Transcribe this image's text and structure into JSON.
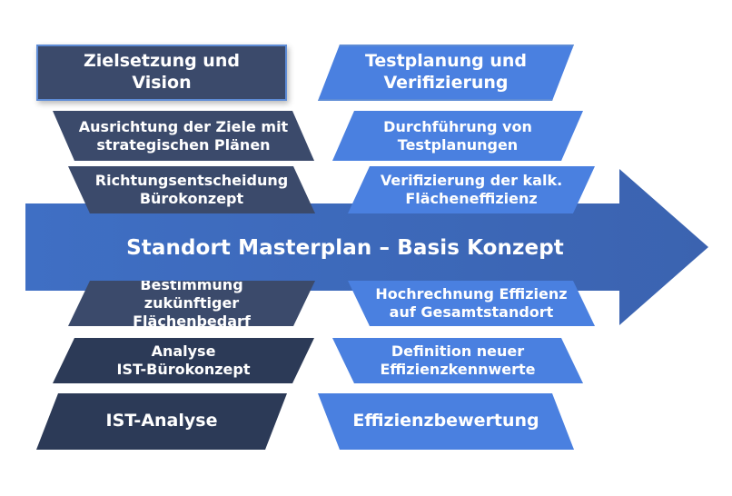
{
  "center": {
    "title": "Standort Masterplan – Basis Konzept"
  },
  "left_column": {
    "top": [
      {
        "text": "Zielsetzung und Vision"
      },
      {
        "text": "Ausrichtung der Ziele mit\nstrategischen Plänen"
      },
      {
        "text": "Richtungsentscheidung\nBürokonzept"
      }
    ],
    "bottom": [
      {
        "text": "Bestimmung zukünftiger\nFlächenbedarf"
      },
      {
        "text": "Analyse\nIST-Bürokonzept"
      },
      {
        "text": "IST-Analyse"
      }
    ]
  },
  "right_column": {
    "top": [
      {
        "text": "Testplanung und\nVerifizierung"
      },
      {
        "text": "Durchführung von\nTestplanungen"
      },
      {
        "text": "Verifizierung der kalk.\nFlächeneffizienz"
      }
    ],
    "bottom": [
      {
        "text": "Hochrechnung Effizienz\nauf Gesamtstandort"
      },
      {
        "text": "Definition neuer\nEffizienzkennwerte"
      },
      {
        "text": "Effizienzbewertung"
      }
    ]
  },
  "colors": {
    "arrow": "#3f6fc4",
    "dark_box": "#3b4a6b",
    "darker_box": "#2c3a57",
    "blue_box": "#4a80e0",
    "outline": "#5e8cd6"
  },
  "icons": {
    "main": "right-arrow-shape"
  }
}
